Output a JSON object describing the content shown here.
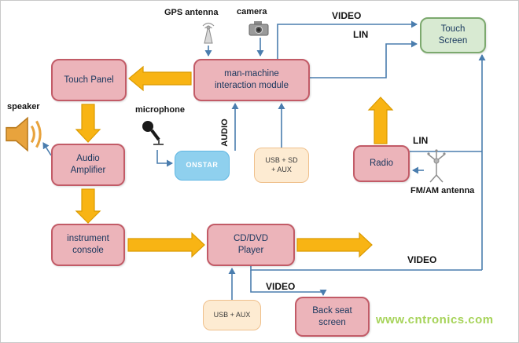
{
  "nodes": {
    "touch_panel": {
      "label": "Touch Panel"
    },
    "mmi": {
      "label": "man-machine\ninteraction module"
    },
    "touch_screen": {
      "label": "Touch\nScreen"
    },
    "audio_amplifier": {
      "label": "Audio\nAmplifier"
    },
    "onstar": {
      "label": "ONSTAR"
    },
    "usb_sd_aux": {
      "label": "USB + SD\n+ AUX"
    },
    "radio": {
      "label": "Radio"
    },
    "instrument_console": {
      "label": "instrument\nconsole"
    },
    "cd_dvd_player": {
      "label": "CD/DVD\nPlayer"
    },
    "usb_aux": {
      "label": "USB + AUX"
    },
    "back_seat_screen": {
      "label": "Back seat\nscreen"
    }
  },
  "labels": {
    "gps_antenna": "GPS antenna",
    "camera": "camera",
    "video_top": "VIDEO",
    "lin_top": "LIN",
    "speaker": "speaker",
    "microphone": "microphone",
    "audio": "AUDIO",
    "lin_right": "LIN",
    "fm_am_antenna": "FM/AM antenna",
    "video_right": "VIDEO",
    "video_bottom": "VIDEO"
  },
  "watermark": "www.cntronics.com",
  "icons": {
    "gps_antenna_icon": "cone-antenna",
    "camera_icon": "camera",
    "speaker_icon": "loudspeaker-with-sound-waves",
    "microphone_icon": "microphone",
    "fm_am_antenna_icon": "radiating-antenna"
  },
  "colors": {
    "node_pink_fill": "#ECB4BA",
    "node_pink_border": "#C25B67",
    "node_green_fill": "#D8EAD2",
    "node_green_border": "#7CA96E",
    "node_blue_fill": "#8FD0EE",
    "node_cream_fill": "#FDEBD2",
    "node_text": "#17365D",
    "connector_blue": "#4A7DAE",
    "block_arrow_fill": "#F8B414",
    "block_arrow_border": "#DB9B02",
    "watermark_green": "#96CB3C"
  }
}
